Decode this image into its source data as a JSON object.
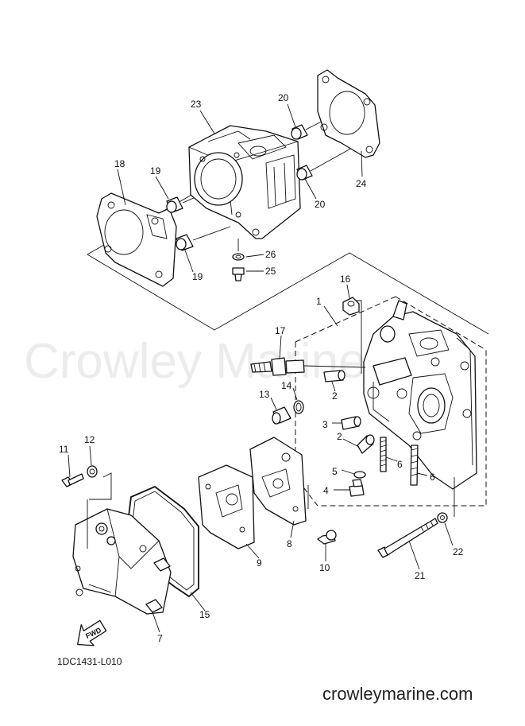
{
  "diagram": {
    "watermark": "Crowley Marine",
    "drawing_code": "1DC1431-L010",
    "site": "crowleymarine.com",
    "fwd_label": "FWD",
    "callouts": [
      {
        "id": "c1",
        "text": "1"
      },
      {
        "id": "c2a",
        "text": "2"
      },
      {
        "id": "c2b",
        "text": "2"
      },
      {
        "id": "c3",
        "text": "3"
      },
      {
        "id": "c4",
        "text": "4"
      },
      {
        "id": "c5",
        "text": "5"
      },
      {
        "id": "c6a",
        "text": "6"
      },
      {
        "id": "c6b",
        "text": "6"
      },
      {
        "id": "c7",
        "text": "7"
      },
      {
        "id": "c8",
        "text": "8"
      },
      {
        "id": "c9",
        "text": "9"
      },
      {
        "id": "c10",
        "text": "10"
      },
      {
        "id": "c11",
        "text": "11"
      },
      {
        "id": "c12",
        "text": "12"
      },
      {
        "id": "c13",
        "text": "13"
      },
      {
        "id": "c14",
        "text": "14"
      },
      {
        "id": "c15",
        "text": "15"
      },
      {
        "id": "c16",
        "text": "16"
      },
      {
        "id": "c17",
        "text": "17"
      },
      {
        "id": "c18",
        "text": "18"
      },
      {
        "id": "c19a",
        "text": "19"
      },
      {
        "id": "c19b",
        "text": "19"
      },
      {
        "id": "c20a",
        "text": "20"
      },
      {
        "id": "c20b",
        "text": "20"
      },
      {
        "id": "c21",
        "text": "21"
      },
      {
        "id": "c22",
        "text": "22"
      },
      {
        "id": "c23",
        "text": "23"
      },
      {
        "id": "c24",
        "text": "24"
      },
      {
        "id": "c25",
        "text": "25"
      },
      {
        "id": "c26",
        "text": "26"
      }
    ]
  }
}
